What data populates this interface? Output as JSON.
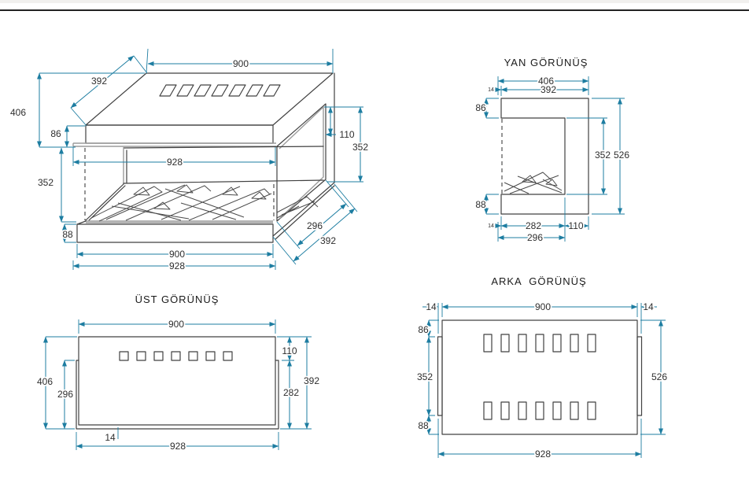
{
  "window": {
    "top_strip_color": "#f1f0ee",
    "rule_color": "#232323",
    "canvas_color": "#ffffff"
  },
  "colors": {
    "dimension_line": "#1d7da1",
    "outline": "#414141",
    "glass_line": "#9b9b9b",
    "label_text": "#2e2e2e",
    "title_text": "#1b1b1b"
  },
  "isometric_view": {
    "dims": {
      "width_top": "900",
      "depth_top": "392",
      "height_total": "406",
      "top_band_height": "86",
      "opening_height": "352",
      "base_height": "88",
      "inner_width": "928",
      "side_frame_top": "110",
      "side_opening_height": "352",
      "side_opening_depth": "296",
      "side_depth_total": "392",
      "width_bottom": "900",
      "outer_width_bottom": "928"
    }
  },
  "side_view": {
    "title": "YAN GÖRÜNÜŞ",
    "dims": {
      "depth_total": "406",
      "depth_body": "392",
      "front_lip_top": "14",
      "top_band_height": "86",
      "opening_height": "352",
      "height_total": "526",
      "base_height": "88",
      "bottom_depth_inner": "282",
      "bottom_depth_back": "110",
      "bottom_depth_front": "296",
      "front_lip_bottom": "14"
    }
  },
  "top_view": {
    "title": "ÜST GÖRÜNÜŞ",
    "dims": {
      "width_top": "900",
      "front_band_depth": "110",
      "depth_total": "406",
      "glass_depth_left": "296",
      "glass_depth_right": "282",
      "depth_body": "392",
      "glass_offset": "14",
      "outer_width": "928"
    }
  },
  "back_view": {
    "title": "ARKA  GÖRÜNÜŞ",
    "dims": {
      "side_tab_left": "14",
      "width": "900",
      "side_tab_right": "14",
      "top_band_height": "86",
      "middle_height": "352",
      "base_height": "88",
      "height_total": "526",
      "outer_width": "928"
    }
  }
}
